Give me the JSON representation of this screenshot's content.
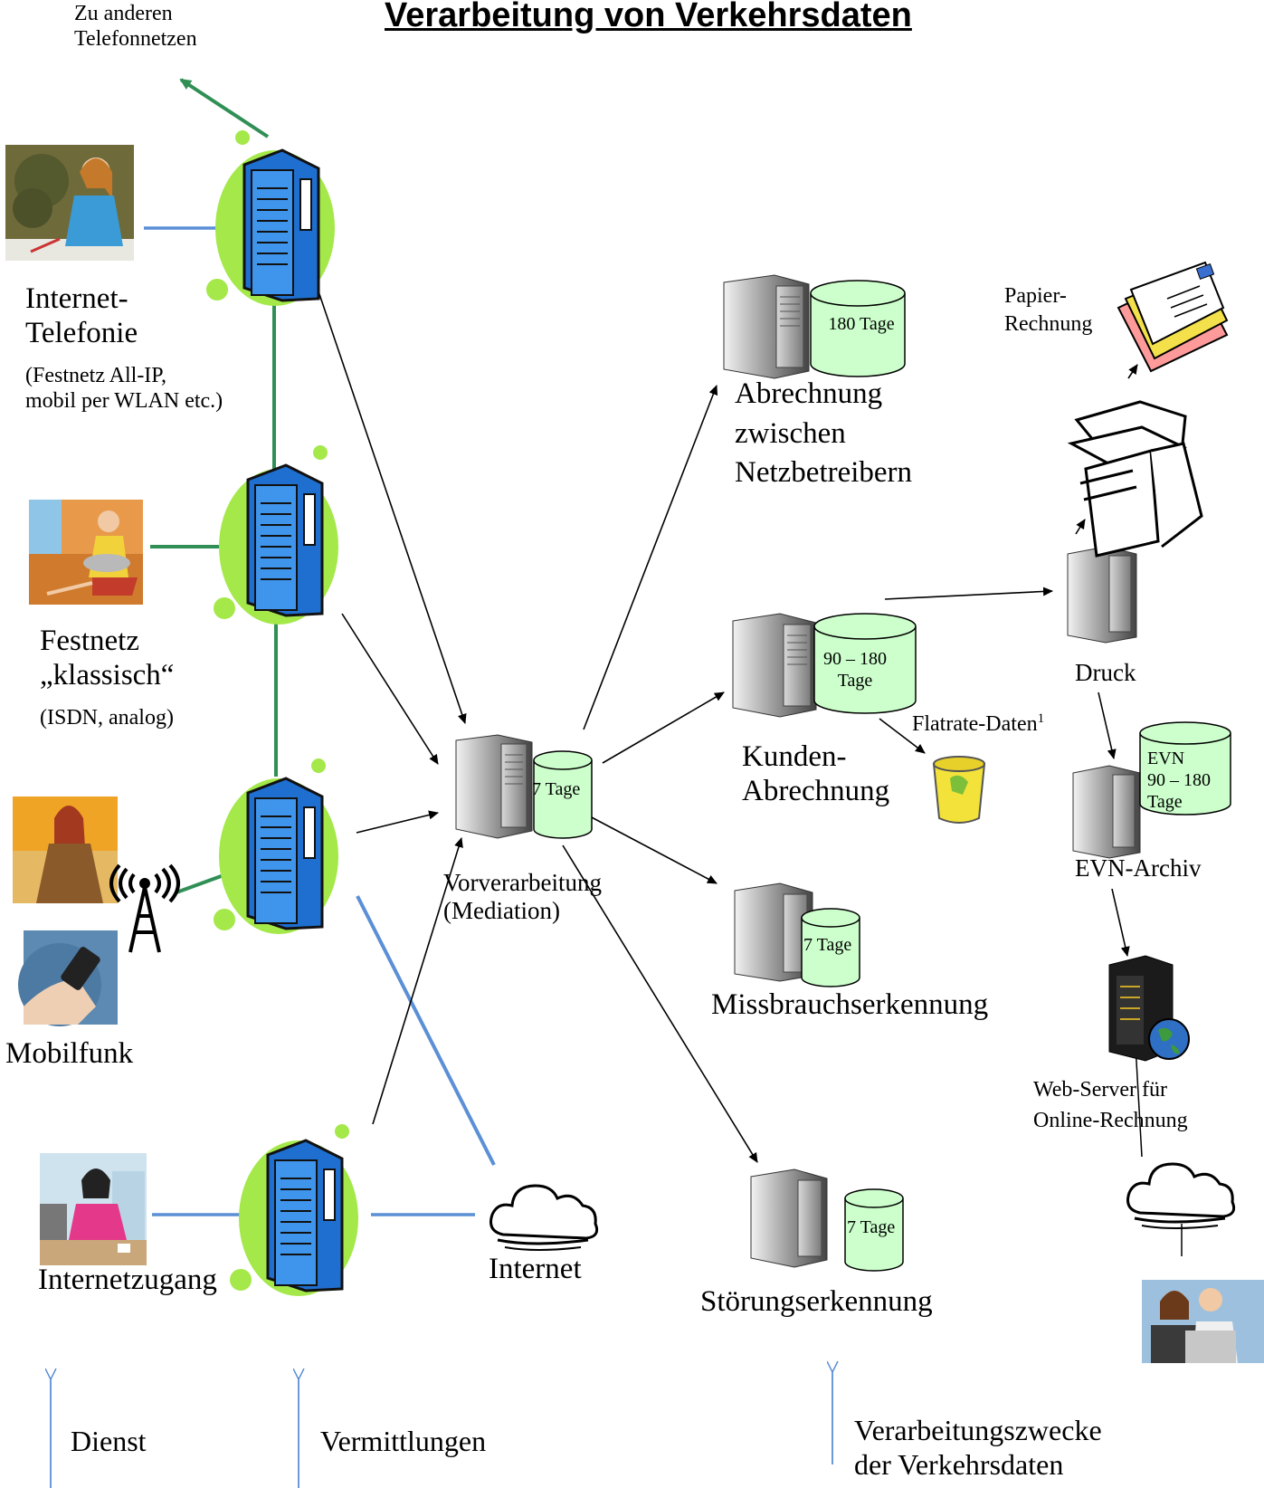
{
  "title": "Verarbeitung von Verkehrsdaten",
  "services": {
    "other_networks": [
      "Zu anderen",
      "Telefonnetzen"
    ],
    "internet_telephony": {
      "name": [
        "Internet-",
        "Telefonie"
      ],
      "detail": [
        "(Festnetz  All-IP,",
        "mobil per WLAN etc.)"
      ]
    },
    "fixed_classic": {
      "name": [
        "Festnetz",
        "„klassisch“"
      ],
      "detail": "(ISDN, analog)"
    },
    "mobile": "Mobilfunk",
    "internet_access": "Internetzugang",
    "internet": "Internet"
  },
  "mediation": {
    "name": [
      "Vorverarbeitung",
      "(Mediation)"
    ],
    "retention": "7 Tage"
  },
  "purposes": {
    "interconnect_billing": {
      "name": [
        "Abrechnung",
        "zwischen",
        "Netzbetreibern"
      ],
      "retention": "180 Tage"
    },
    "customer_billing": {
      "name": [
        "Kunden-",
        "Abrechnung"
      ],
      "retention": [
        "90 – 180",
        "Tage"
      ]
    },
    "flatrate": {
      "label": "Flatrate-Daten",
      "footnote": "1"
    },
    "abuse_detection": {
      "name": "Missbrauchserkennung",
      "retention": "7 Tage"
    },
    "fault_detection": {
      "name": "Störungserkennung",
      "retention": "7 Tage"
    }
  },
  "output": {
    "paper_bill": [
      "Papier-",
      "Rechnung"
    ],
    "print": "Druck",
    "evn_archive": {
      "name": "EVN-Archiv",
      "retention": [
        "EVN",
        "90 – 180",
        "Tage"
      ]
    },
    "web_server": [
      "Web-Server für",
      "Online-Rechnung"
    ]
  },
  "captions": {
    "service": "Dienst",
    "switching": "Vermittlungen",
    "purposes": [
      "Verarbeitungszwecke",
      "der Verkehrsdaten"
    ]
  },
  "colors": {
    "green_blob": "#a4e84a",
    "switch_blue": "#3a8ee6",
    "green_line": "#2f8f55",
    "blue_line": "#5b8fd6",
    "db_fill": "#ccffcc"
  }
}
